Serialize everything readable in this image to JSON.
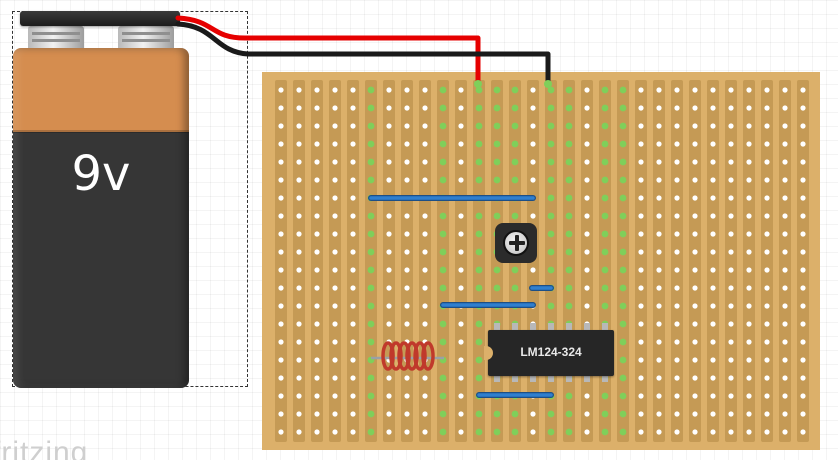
{
  "battery": {
    "label": "9v",
    "voltage": 9
  },
  "ic": {
    "label": "LM124-324"
  },
  "watermark": "fritzing",
  "stripboard": {
    "columns": 30,
    "rows": 20
  },
  "colors": {
    "board": "#dcb06a",
    "strip": "#c59a55",
    "hole": "#ffffff",
    "connected_hole": "#7fcf5a",
    "jumper": "#2f6fb3",
    "wire_positive": "#e60000",
    "wire_negative": "#1a1a1a",
    "resistor": "#c0392b"
  },
  "components": [
    {
      "name": "9v-battery",
      "kind": "battery"
    },
    {
      "name": "trimmer-potentiometer",
      "kind": "potentiometer"
    },
    {
      "name": "inductor-coil",
      "kind": "inductor"
    },
    {
      "name": "lm124-324-op-amp",
      "kind": "ic"
    },
    {
      "name": "jumper-wires",
      "kind": "wire",
      "count": 4
    }
  ]
}
